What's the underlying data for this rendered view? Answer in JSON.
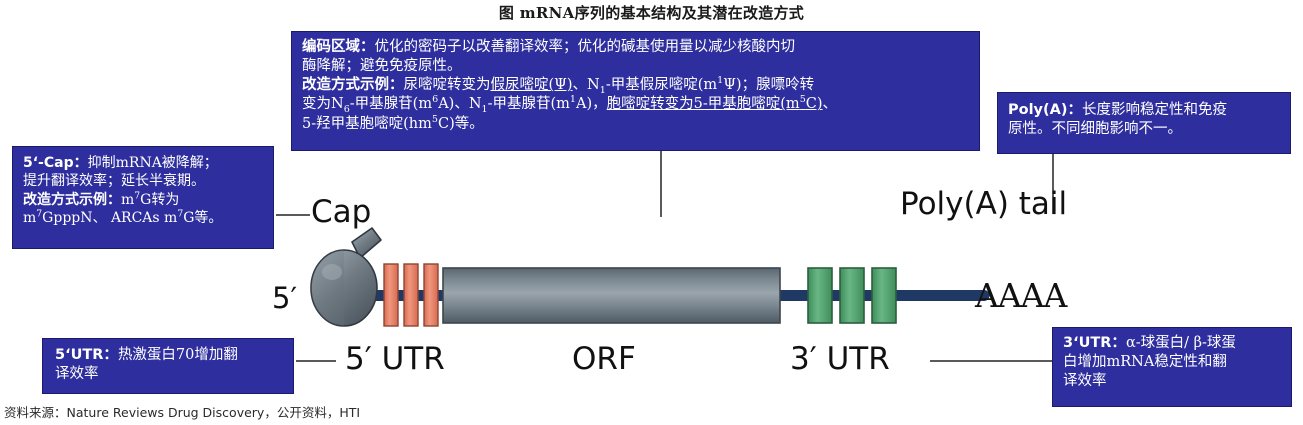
{
  "title": "图  mRNA序列的基本结构及其潜在改造方式",
  "callouts": {
    "coding": {
      "line1_label": "编码区域：",
      "line1_text": "优化的密码子以改善翻译效率；优化的碱基使用量以减少核酸内切",
      "line2_text": "酶降解；避免免疫原性。",
      "line3_label": "改造方式示例：",
      "line3_a": "尿嘧啶转变为",
      "line3_b_underline": "假尿嘧啶(Ψ)",
      "line3_c": "、N",
      "line3_sub1": "1",
      "line3_d": "-甲基假尿嘧啶(m",
      "line3_sup1": "1",
      "line3_e": "Ψ)；腺嘌呤转",
      "line4_a": "变为N",
      "line4_sub6": "6",
      "line4_b": "-甲基腺苷(m",
      "line4_sup6": "6",
      "line4_c": "A)、N",
      "line4_sub1": "1",
      "line4_d": "-甲基腺苷(m",
      "line4_sup1": "1",
      "line4_e": "A)，",
      "line4_f_underline_a": "胞嘧啶转变为5-甲基胞嘧啶(m",
      "line4_f_sup5": "5",
      "line4_f_underline_b": "C)",
      "line4_g": "、",
      "line5_a": "5-羟甲基胞嘧啶(hm",
      "line5_sup5": "5",
      "line5_b": "C)等。"
    },
    "cap": {
      "line1_label": "5‘-Cap：",
      "line1_text": "抑制mRNA被降解；",
      "line2_text": "提升翻译效率；延长半衰期。",
      "line3_label": "改造方式示例：",
      "line3_a": "m",
      "line3_sup7a": "7",
      "line3_b": "G转为",
      "line4_a": "m",
      "line4_sup7": "7",
      "line4_b": "GpppN、 ARCAs m",
      "line4_sup7b": "7",
      "line4_c": "G等。"
    },
    "polya": {
      "line1_label": "Poly(A)：",
      "line1_text": "长度影响稳定性和免疫",
      "line2_text": "原性。不同细胞影响不一。"
    },
    "utr5": {
      "line1_label": "5‘UTR：",
      "line1_text": "热激蛋白70增加翻",
      "line2_text": "译效率"
    },
    "utr3": {
      "line1_label": "3‘UTR：",
      "line1_text": "α-球蛋白/ β-球蛋",
      "line2_text": "白增加mRNA稳定性和翻",
      "line3_text": "译效率"
    }
  },
  "structure": {
    "cap_label": "Cap",
    "five_prime_label": "5′",
    "polya_tail_label": "Poly(A) tail",
    "polya_seq_label": "AAAA",
    "utr5_label": "5′ UTR",
    "orf_label": "ORF",
    "utr3_label": "3′ UTR"
  },
  "source": {
    "prefix": "资料来源：",
    "text": "Nature Reviews Drug Discovery",
    "mid": "，公开资料，",
    "suffix": "HTI"
  },
  "colors": {
    "callout_bg": "#2E2E9E",
    "backbone": "#1F3864",
    "utr5_element": "#E8836B",
    "utr3_element": "#4FA06A",
    "orf_body": "#6E7B85",
    "cap_body": "#707A82"
  }
}
